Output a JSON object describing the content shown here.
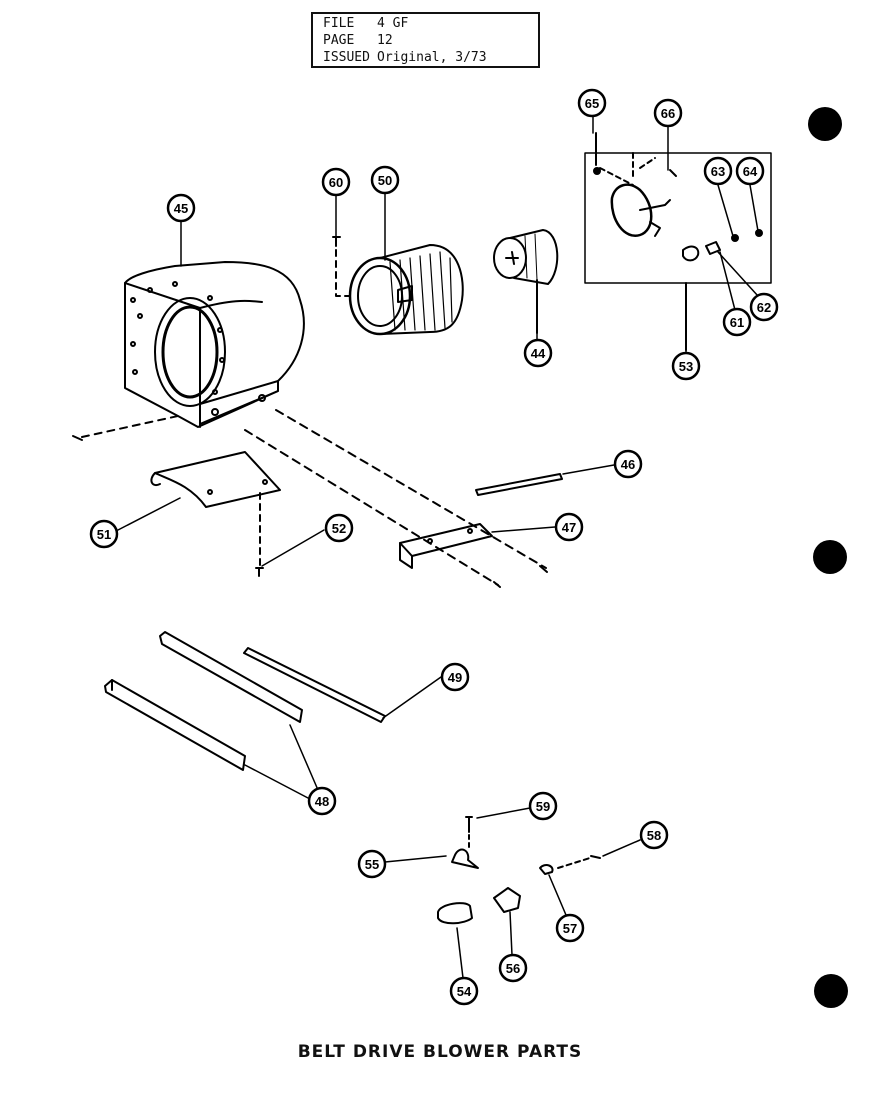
{
  "header": {
    "file_label": "FILE",
    "file_value": "4 GF",
    "page_label": "PAGE",
    "page_value": "12",
    "issued_label": "ISSUED",
    "issued_value": "Original, 3/73"
  },
  "title": "BELT DRIVE BLOWER PARTS",
  "callouts": {
    "c45": "45",
    "c60": "60",
    "c50": "50",
    "c44": "44",
    "c65": "65",
    "c66": "66",
    "c63": "63",
    "c64": "64",
    "c61": "61",
    "c62": "62",
    "c53": "53",
    "c46": "46",
    "c47": "47",
    "c51": "51",
    "c52": "52",
    "c49": "49",
    "c48": "48",
    "c59": "59",
    "c58": "58",
    "c55": "55",
    "c57": "57",
    "c56": "56",
    "c54": "54"
  },
  "colors": {
    "ink": "#000000",
    "paper": "#ffffff"
  },
  "icons": {
    "binder_hole": "filled-circle-icon"
  }
}
